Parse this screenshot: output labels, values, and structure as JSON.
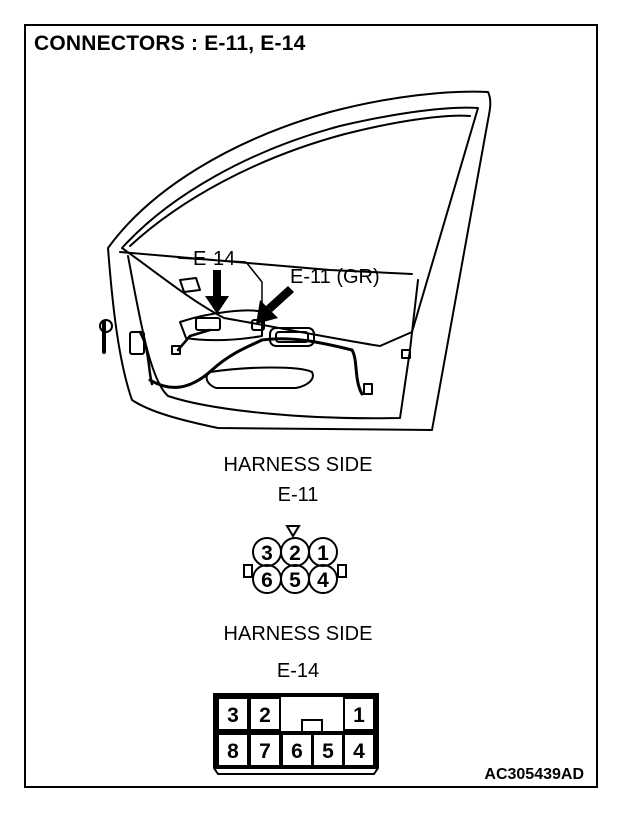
{
  "title": "CONNECTORS : E-11, E-14",
  "door_labels": {
    "e14": "E-14",
    "e11": "E-11 (GR)"
  },
  "e11": {
    "heading": "HARNESS SIDE",
    "name": "E-11",
    "pins_top": [
      "3",
      "2",
      "1"
    ],
    "pins_bottom": [
      "6",
      "5",
      "4"
    ]
  },
  "e14": {
    "heading": "HARNESS SIDE",
    "name": "E-14",
    "pins_top": [
      "3",
      "2",
      "1"
    ],
    "pins_bottom": [
      "8",
      "7",
      "6",
      "5",
      "4"
    ]
  },
  "figure_code": "AC305439AD"
}
